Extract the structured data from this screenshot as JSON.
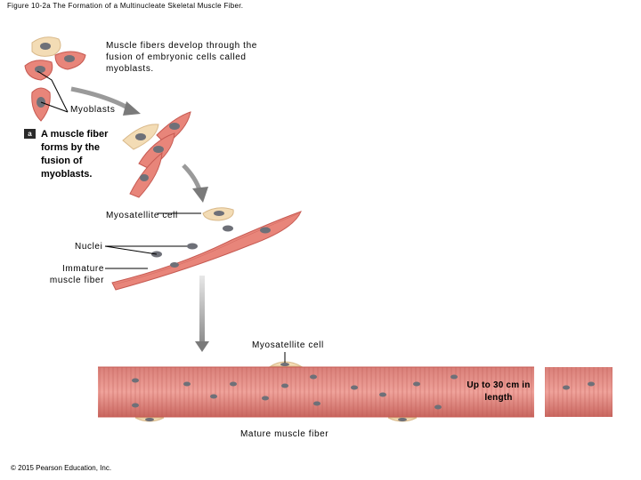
{
  "figure_title": "Figure 10-2a The Formation of a Multinucleate Skeletal Muscle Fiber.",
  "intro_text": "Muscle fibers develop through the fusion of embryonic cells called myoblasts.",
  "step": {
    "badge": "a",
    "text": "A muscle fiber forms by the fusion of myoblasts."
  },
  "labels": {
    "myoblasts": "Myoblasts",
    "myosatellite_cell_1": "Myosatellite cell",
    "nuclei": "Nuclei",
    "immature_muscle_fiber": "Immature muscle fiber",
    "myosatellite_cell_2": "Myosatellite cell",
    "length": "Up to 30 cm in length",
    "mature_muscle_fiber": "Mature muscle fiber"
  },
  "copyright": "© 2015 Pearson Education, Inc.",
  "colors": {
    "cell_fill": "#e8857a",
    "cell_outline": "#c65a52",
    "satellite_fill": "#f1d7a8",
    "nucleus": "#6e7078",
    "arrow": "#8a8a8a"
  }
}
